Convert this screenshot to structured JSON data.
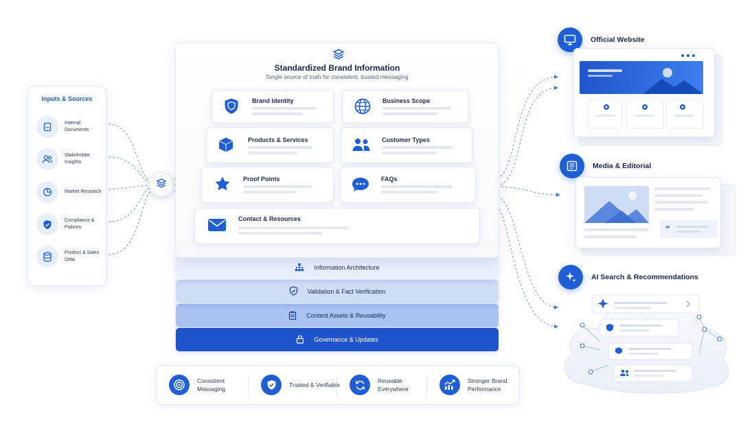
{
  "inputs": {
    "title": "Inputs & Sources",
    "items": [
      {
        "label": "Internal Documents",
        "icon": "document-icon"
      },
      {
        "label": "Stakeholder Insights",
        "icon": "users-icon"
      },
      {
        "label": "Market Research",
        "icon": "pie-chart-icon"
      },
      {
        "label": "Compliance & Policies",
        "icon": "shield-check-icon"
      },
      {
        "label": "Product & Sales Data",
        "icon": "database-icon"
      }
    ]
  },
  "hub": {
    "icon": "layers-icon"
  },
  "main": {
    "icon": "layers-icon",
    "title": "Standardized Brand Information",
    "subtitle": "Single source of truth for consistent, trusted messaging",
    "tiles": [
      {
        "title": "Brand Identity",
        "icon": "shield-icon"
      },
      {
        "title": "Business Scope",
        "icon": "globe-icon"
      },
      {
        "title": "Products & Services",
        "icon": "box-icon"
      },
      {
        "title": "Customer Types",
        "icon": "users-icon"
      },
      {
        "title": "Proof Points",
        "icon": "star-icon"
      },
      {
        "title": "FAQs",
        "icon": "chat-icon"
      },
      {
        "title": "Contact & Resources",
        "icon": "mail-icon"
      }
    ]
  },
  "layers": [
    {
      "label": "Information Architecture",
      "icon": "hierarchy-icon"
    },
    {
      "label": "Validation & Fact Verification",
      "icon": "shield-check-icon"
    },
    {
      "label": "Content Assets & Reusability",
      "icon": "clipboard-icon"
    },
    {
      "label": "Governance & Updates",
      "icon": "lock-icon"
    }
  ],
  "benefits": [
    {
      "label": "Consistent Messaging",
      "icon": "target-icon"
    },
    {
      "label": "Trusted & Verifiable",
      "icon": "shield-check-icon"
    },
    {
      "label": "Reusable Everywhere",
      "icon": "refresh-icon"
    },
    {
      "label": "Stronger Brand Performance",
      "icon": "trend-chart-icon"
    }
  ],
  "outputs": [
    {
      "label": "Official Website",
      "icon": "monitor-icon"
    },
    {
      "label": "Media & Editorial",
      "icon": "newspaper-icon"
    },
    {
      "label": "AI Search & Recommendations",
      "icon": "sparkle-icon"
    }
  ],
  "colors": {
    "primary": "#1f5fd6",
    "light": "#e8effc",
    "text": "#16254a",
    "layer1": "#e9f0fb",
    "layer2": "#cfdcf6",
    "layer3": "#a9c2f0",
    "layer4": "#1f55cc"
  }
}
